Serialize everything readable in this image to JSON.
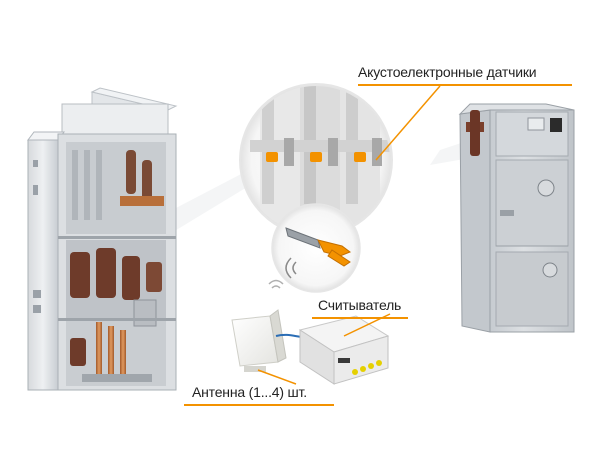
{
  "labels": {
    "sensors": "Акустоелектронные датчики",
    "reader": "Считыватель",
    "antenna": "Антенна (1...4) шт."
  },
  "colors": {
    "accent": "#f39200",
    "cabinet_light": "#e6e8eb",
    "cabinet_dark": "#b9bec4",
    "busbar_copper": "#c77b3f",
    "insulator_brown": "#6e3b2a"
  },
  "icons": {
    "wireless_signal": "wireless-signal-icon",
    "sensor_tag": "fork-sensor-icon"
  }
}
